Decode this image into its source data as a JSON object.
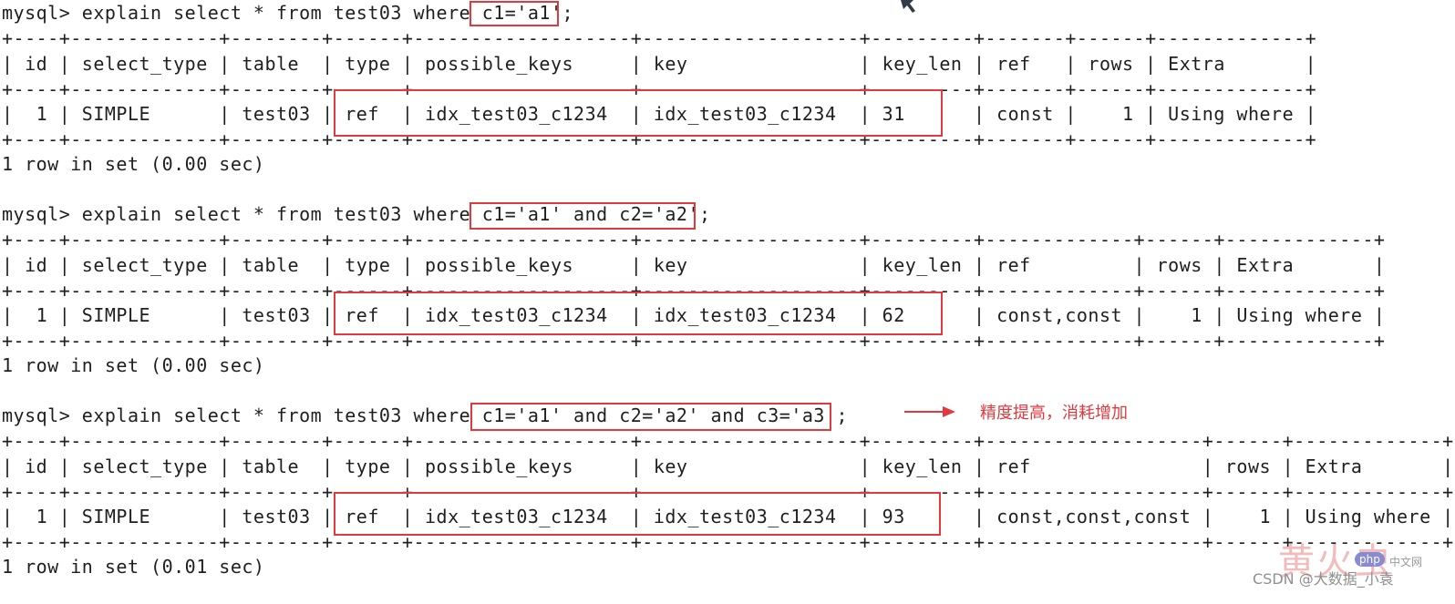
{
  "terminal": {
    "block1": {
      "prompt": "mysql> explain select * from test03 where c1='a1';",
      "border": "+----+-------------+--------+------+-------------------+-------------------+---------+-------+------+-------------+",
      "header": "| id | select_type | table  | type | possible_keys     | key               | key_len | ref   | rows | Extra       |",
      "row": "|  1 | SIMPLE      | test03 | ref  | idx_test03_c1234  | idx_test03_c1234  | 31      | const |    1 | Using where |",
      "result": "1 row in set (0.00 sec)"
    },
    "block2": {
      "prompt": "mysql> explain select * from test03 where c1='a1' and c2='a2';",
      "border": "+----+-------------+--------+------+-------------------+-------------------+---------+-------------+------+-------------+",
      "header": "| id | select_type | table  | type | possible_keys     | key               | key_len | ref         | rows | Extra       |",
      "row": "|  1 | SIMPLE      | test03 | ref  | idx_test03_c1234  | idx_test03_c1234  | 62      | const,const |    1 | Using where |",
      "result": "1 row in set (0.00 sec)"
    },
    "block3": {
      "prompt": "mysql> explain select * from test03 where c1='a1' and c2='a2' and c3='a3';",
      "border": "+----+-------------+--------+------+-------------------+-------------------+---------+-------------------+------+-------------+",
      "header": "| id | select_type | table  | type | possible_keys     | key               | key_len | ref               | rows | Extra       |",
      "row": "|  1 | SIMPLE      | test03 | ref  | idx_test03_c1234  | idx_test03_c1234  | 93      | const,const,const |    1 | Using where |",
      "result": "1 row in set (0.01 sec)"
    }
  },
  "annotation": {
    "text": "精度提高，消耗增加"
  },
  "watermark": {
    "logo": "黄火虫",
    "php_badge": "php",
    "site": "中文网",
    "csdn": "CSDN @大数据_小袁"
  },
  "colors": {
    "highlight": "#e0393e",
    "text": "#1f1f1f"
  }
}
